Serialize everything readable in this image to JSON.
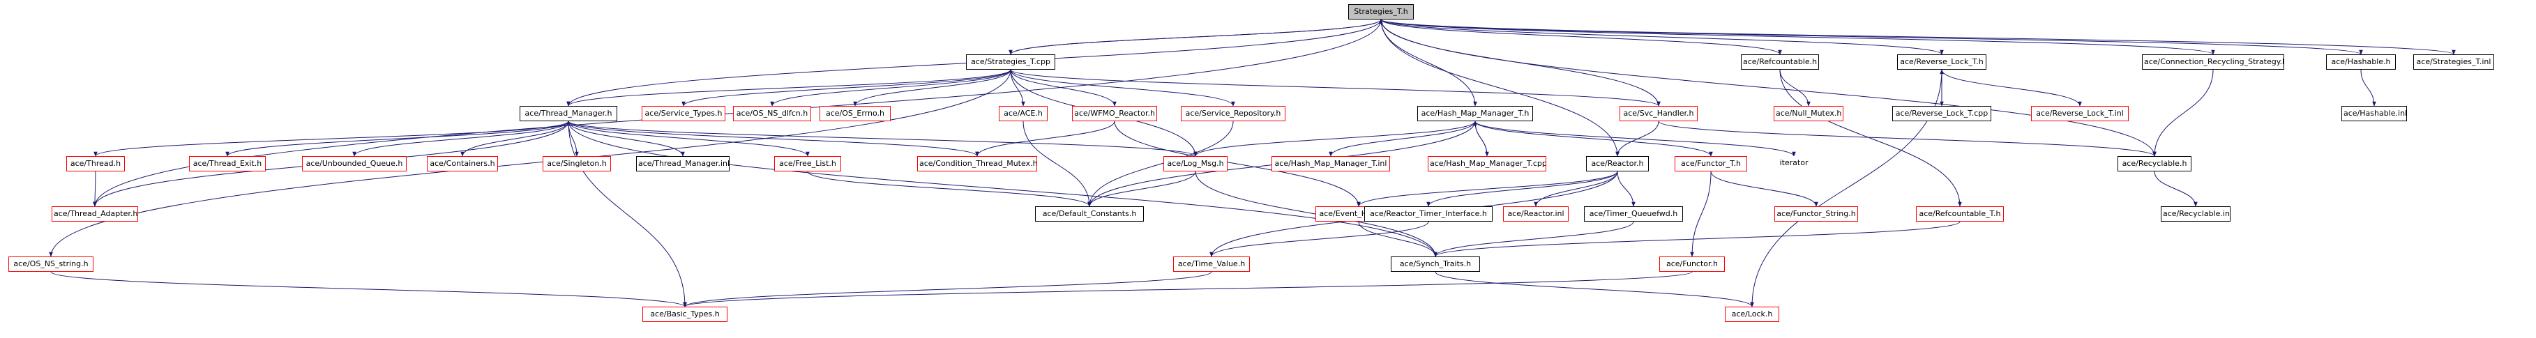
{
  "nodes": [
    {
      "id": "strategies_t_h",
      "label": "Strategies_T.h",
      "kind": "root"
    },
    {
      "id": "strategies_t_cpp",
      "label": "ace/Strategies_T.cpp",
      "kind": "black"
    },
    {
      "id": "refcountable_h",
      "label": "ace/Refcountable.h",
      "kind": "black"
    },
    {
      "id": "reverse_lock_t_h",
      "label": "ace/Reverse_Lock_T.h",
      "kind": "black"
    },
    {
      "id": "conn_recycling_h",
      "label": "ace/Connection_Recycling_Strategy.h",
      "kind": "black"
    },
    {
      "id": "hashable_h",
      "label": "ace/Hashable.h",
      "kind": "black"
    },
    {
      "id": "strategies_t_inl",
      "label": "ace/Strategies_T.inl",
      "kind": "black"
    },
    {
      "id": "thread_manager_h",
      "label": "ace/Thread_Manager.h",
      "kind": "black"
    },
    {
      "id": "service_types_h",
      "label": "ace/Service_Types.h",
      "kind": "red"
    },
    {
      "id": "os_ns_dlfcn_h",
      "label": "ace/OS_NS_dlfcn.h",
      "kind": "red"
    },
    {
      "id": "os_errno_h",
      "label": "ace/OS_Errno.h",
      "kind": "red"
    },
    {
      "id": "ace_h",
      "label": "ace/ACE.h",
      "kind": "red"
    },
    {
      "id": "wfmo_reactor_h",
      "label": "ace/WFMO_Reactor.h",
      "kind": "red"
    },
    {
      "id": "service_repository_h",
      "label": "ace/Service_Repository.h",
      "kind": "red"
    },
    {
      "id": "hash_map_manager_t_h",
      "label": "ace/Hash_Map_Manager_T.h",
      "kind": "black"
    },
    {
      "id": "svc_handler_h",
      "label": "ace/Svc_Handler.h",
      "kind": "red"
    },
    {
      "id": "null_mutex_h",
      "label": "ace/Null_Mutex.h",
      "kind": "red"
    },
    {
      "id": "reverse_lock_t_cpp",
      "label": "ace/Reverse_Lock_T.cpp",
      "kind": "black"
    },
    {
      "id": "reverse_lock_t_inl",
      "label": "ace/Reverse_Lock_T.inl",
      "kind": "red"
    },
    {
      "id": "hashable_inl",
      "label": "ace/Hashable.inl",
      "kind": "black"
    },
    {
      "id": "thread_h",
      "label": "ace/Thread.h",
      "kind": "red"
    },
    {
      "id": "thread_exit_h",
      "label": "ace/Thread_Exit.h",
      "kind": "red"
    },
    {
      "id": "unbounded_queue_h",
      "label": "ace/Unbounded_Queue.h",
      "kind": "red"
    },
    {
      "id": "containers_h",
      "label": "ace/Containers.h",
      "kind": "red"
    },
    {
      "id": "singleton_h",
      "label": "ace/Singleton.h",
      "kind": "red"
    },
    {
      "id": "thread_manager_inl",
      "label": "ace/Thread_Manager.inl",
      "kind": "black"
    },
    {
      "id": "free_list_h",
      "label": "ace/Free_List.h",
      "kind": "red"
    },
    {
      "id": "condition_thread_mutex_h",
      "label": "ace/Condition_Thread_Mutex.h",
      "kind": "red"
    },
    {
      "id": "log_msg_h",
      "label": "ace/Log_Msg.h",
      "kind": "red"
    },
    {
      "id": "hash_map_manager_t_inl",
      "label": "ace/Hash_Map_Manager_T.inl",
      "kind": "red"
    },
    {
      "id": "hash_map_manager_t_cpp",
      "label": "ace/Hash_Map_Manager_T.cpp",
      "kind": "red"
    },
    {
      "id": "reactor_h",
      "label": "ace/Reactor.h",
      "kind": "black"
    },
    {
      "id": "functor_t_h",
      "label": "ace/Functor_T.h",
      "kind": "red"
    },
    {
      "id": "iterator",
      "label": "iterator",
      "kind": "plain"
    },
    {
      "id": "recyclable_h",
      "label": "ace/Recyclable.h",
      "kind": "black"
    },
    {
      "id": "thread_adapter_h",
      "label": "ace/Thread_Adapter.h",
      "kind": "red"
    },
    {
      "id": "default_constants_h",
      "label": "ace/Default_Constants.h",
      "kind": "black"
    },
    {
      "id": "event_handler_h",
      "label": "ace/Event_Handler.h",
      "kind": "red"
    },
    {
      "id": "reactor_timer_interface_h",
      "label": "ace/Reactor_Timer_Interface.h",
      "kind": "black"
    },
    {
      "id": "reactor_inl",
      "label": "ace/Reactor.inl",
      "kind": "red"
    },
    {
      "id": "timer_queuefwd_h",
      "label": "ace/Timer_Queuefwd.h",
      "kind": "black"
    },
    {
      "id": "functor_string_h",
      "label": "ace/Functor_String.h",
      "kind": "red"
    },
    {
      "id": "refcountable_t_h",
      "label": "ace/Refcountable_T.h",
      "kind": "red"
    },
    {
      "id": "recyclable_inl",
      "label": "ace/Recyclable.inl",
      "kind": "black"
    },
    {
      "id": "os_ns_string_h",
      "label": "ace/OS_NS_string.h",
      "kind": "red"
    },
    {
      "id": "time_value_h",
      "label": "ace/Time_Value.h",
      "kind": "red"
    },
    {
      "id": "synch_traits_h",
      "label": "ace/Synch_Traits.h",
      "kind": "black"
    },
    {
      "id": "functor_h",
      "label": "ace/Functor.h",
      "kind": "red"
    },
    {
      "id": "basic_types_h",
      "label": "ace/Basic_Types.h",
      "kind": "red"
    },
    {
      "id": "lock_h",
      "label": "ace/Lock.h",
      "kind": "red"
    }
  ],
  "edges": [
    [
      "strategies_t_h",
      "strategies_t_cpp"
    ],
    [
      "strategies_t_h",
      "refcountable_h"
    ],
    [
      "strategies_t_h",
      "reverse_lock_t_h"
    ],
    [
      "strategies_t_h",
      "conn_recycling_h"
    ],
    [
      "strategies_t_h",
      "hashable_h"
    ],
    [
      "strategies_t_h",
      "strategies_t_inl"
    ],
    [
      "strategies_t_h",
      "thread_manager_h"
    ],
    [
      "strategies_t_h",
      "hash_map_manager_t_h"
    ],
    [
      "strategies_t_h",
      "svc_handler_h"
    ],
    [
      "strategies_t_h",
      "reactor_h"
    ],
    [
      "strategies_t_h",
      "recyclable_h"
    ],
    [
      "strategies_t_h",
      "thread_adapter_h"
    ],
    [
      "strategies_t_cpp",
      "strategies_t_h"
    ],
    [
      "strategies_t_cpp",
      "thread_manager_h"
    ],
    [
      "strategies_t_cpp",
      "service_types_h"
    ],
    [
      "strategies_t_cpp",
      "os_ns_dlfcn_h"
    ],
    [
      "strategies_t_cpp",
      "os_errno_h"
    ],
    [
      "strategies_t_cpp",
      "ace_h"
    ],
    [
      "strategies_t_cpp",
      "wfmo_reactor_h"
    ],
    [
      "strategies_t_cpp",
      "service_repository_h"
    ],
    [
      "strategies_t_cpp",
      "svc_handler_h"
    ],
    [
      "strategies_t_cpp",
      "os_ns_string_h"
    ],
    [
      "strategies_t_cpp",
      "log_msg_h"
    ],
    [
      "refcountable_h",
      "null_mutex_h"
    ],
    [
      "refcountable_h",
      "refcountable_t_h"
    ],
    [
      "reverse_lock_t_h",
      "reverse_lock_t_cpp"
    ],
    [
      "reverse_lock_t_cpp",
      "reverse_lock_t_h"
    ],
    [
      "reverse_lock_t_h",
      "reverse_lock_t_inl"
    ],
    [
      "reverse_lock_t_h",
      "lock_h"
    ],
    [
      "conn_recycling_h",
      "recyclable_h"
    ],
    [
      "hashable_h",
      "hashable_inl"
    ],
    [
      "recyclable_h",
      "recyclable_inl"
    ],
    [
      "thread_manager_h",
      "thread_h"
    ],
    [
      "thread_manager_h",
      "thread_exit_h"
    ],
    [
      "thread_manager_h",
      "unbounded_queue_h"
    ],
    [
      "thread_manager_h",
      "containers_h"
    ],
    [
      "thread_manager_h",
      "singleton_h"
    ],
    [
      "thread_manager_h",
      "thread_manager_inl"
    ],
    [
      "thread_manager_h",
      "free_list_h"
    ],
    [
      "thread_manager_h",
      "condition_thread_mutex_h"
    ],
    [
      "thread_manager_h",
      "log_msg_h"
    ],
    [
      "thread_manager_h",
      "thread_adapter_h"
    ],
    [
      "thread_manager_h",
      "synch_traits_h"
    ],
    [
      "thread_manager_h",
      "basic_types_h"
    ],
    [
      "thread_h",
      "thread_adapter_h"
    ],
    [
      "free_list_h",
      "default_constants_h"
    ],
    [
      "log_msg_h",
      "default_constants_h"
    ],
    [
      "log_msg_h",
      "synch_traits_h"
    ],
    [
      "ace_h",
      "default_constants_h"
    ],
    [
      "wfmo_reactor_h",
      "condition_thread_mutex_h"
    ],
    [
      "wfmo_reactor_h",
      "event_handler_h"
    ],
    [
      "service_repository_h",
      "default_constants_h"
    ],
    [
      "hash_map_manager_t_h",
      "hash_map_manager_t_inl"
    ],
    [
      "hash_map_manager_t_h",
      "hash_map_manager_t_cpp"
    ],
    [
      "hash_map_manager_t_cpp",
      "hash_map_manager_t_h"
    ],
    [
      "hash_map_manager_t_h",
      "functor_t_h"
    ],
    [
      "hash_map_manager_t_h",
      "iterator"
    ],
    [
      "hash_map_manager_t_h",
      "log_msg_h"
    ],
    [
      "hash_map_manager_t_h",
      "default_constants_h"
    ],
    [
      "svc_handler_h",
      "reactor_h"
    ],
    [
      "svc_handler_h",
      "recyclable_h"
    ],
    [
      "reactor_h",
      "event_handler_h"
    ],
    [
      "reactor_h",
      "reactor_timer_interface_h"
    ],
    [
      "reactor_h",
      "reactor_inl"
    ],
    [
      "reactor_h",
      "timer_queuefwd_h"
    ],
    [
      "reactor_h",
      "time_value_h"
    ],
    [
      "functor_t_h",
      "functor_string_h"
    ],
    [
      "functor_t_h",
      "functor_h"
    ],
    [
      "event_handler_h",
      "synch_traits_h"
    ],
    [
      "reactor_timer_interface_h",
      "time_value_h"
    ],
    [
      "timer_queuefwd_h",
      "synch_traits_h"
    ],
    [
      "refcountable_t_h",
      "synch_traits_h"
    ],
    [
      "synch_traits_h",
      "lock_h"
    ],
    [
      "functor_h",
      "basic_types_h"
    ],
    [
      "time_value_h",
      "basic_types_h"
    ],
    [
      "os_ns_string_h",
      "basic_types_h"
    ]
  ],
  "colors": {
    "edge_main": "#191970",
    "edge_light": "#8a8ac0",
    "root_fill": "#c0c0c0",
    "black_border": "#000000",
    "red_border": "#ff0000"
  }
}
